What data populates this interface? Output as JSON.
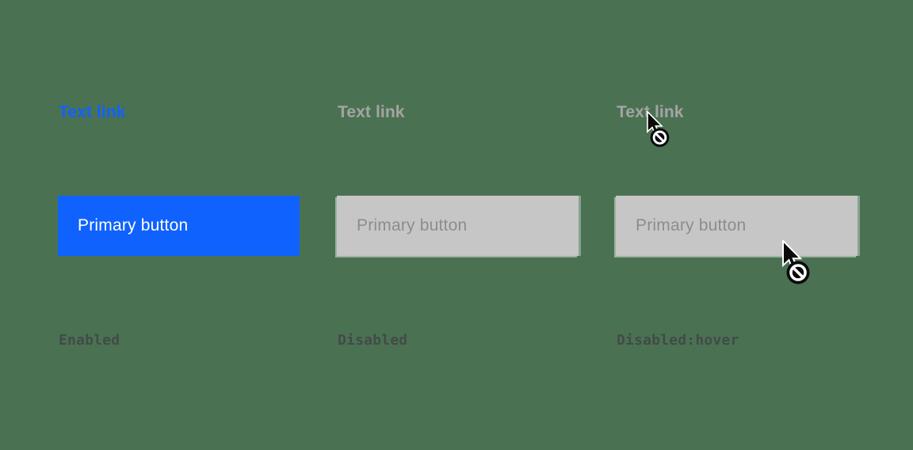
{
  "canvas": {
    "background": "#4b7153"
  },
  "palette": {
    "link_enabled": "#0f62fe",
    "link_disabled": "#a4a4a4",
    "button_enabled_bg": "#0f62fe",
    "button_enabled_text": "#ffffff",
    "button_disabled_bg": "#c6c6c6",
    "button_disabled_text": "#8d8d8d",
    "state_label_color": "#3f4347"
  },
  "columns": [
    {
      "state": "enabled",
      "link_label": "Text link",
      "button_label": "Primary button",
      "state_label": "Enabled"
    },
    {
      "state": "disabled",
      "link_label": "Text link",
      "button_label": "Primary button",
      "state_label": "Disabled"
    },
    {
      "state": "disabled-hover",
      "link_label": "Text link",
      "button_label": "Primary button",
      "state_label": "Disabled:hover"
    }
  ],
  "icons": {
    "not_allowed_cursor": "not-allowed-cursor"
  }
}
